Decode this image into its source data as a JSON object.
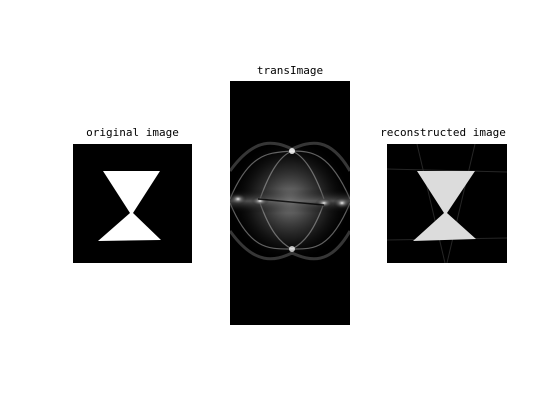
{
  "figure": {
    "panels": [
      {
        "id": "original",
        "title": "original image"
      },
      {
        "id": "trans",
        "title": "transImage"
      },
      {
        "id": "recon",
        "title": "reconstructed image"
      }
    ]
  }
}
